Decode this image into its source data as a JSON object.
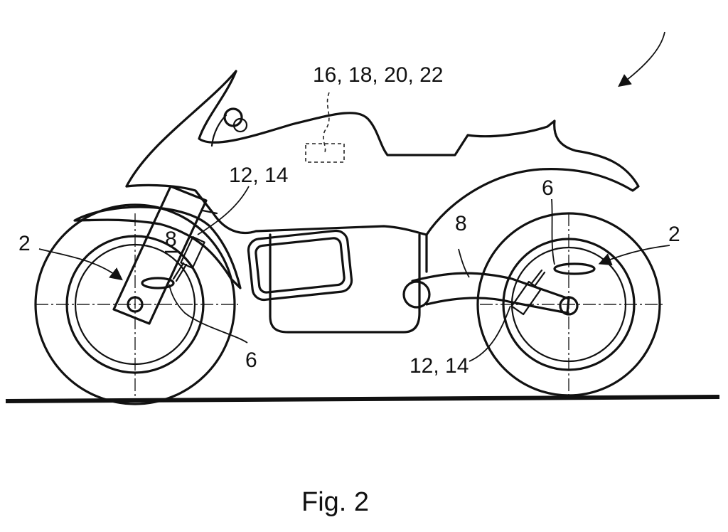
{
  "figure": {
    "caption": "Fig. 2",
    "labels": {
      "control_units": "16, 18, 20, 22",
      "front_sensor": "12, 14",
      "rear_sensor": "12, 14",
      "wheel_left": "2",
      "wheel_right": "2",
      "fork_part": "8",
      "swingarm": "8",
      "front_part": "6",
      "rear_part": "6"
    }
  }
}
